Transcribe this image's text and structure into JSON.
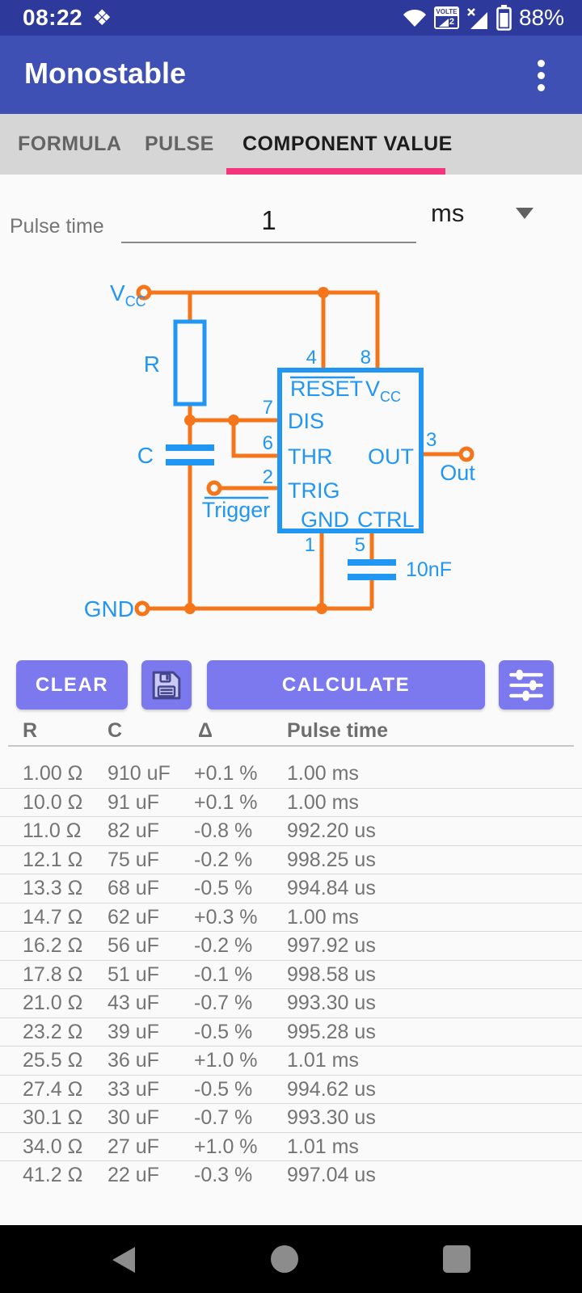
{
  "colors": {
    "status_bar": "#2D3A9B",
    "app_bar": "#3E50B4",
    "tab_indicator": "#F4347C",
    "button_purple": "#7B79ED",
    "wire_orange": "#F4751A",
    "component_blue": "#2196F3",
    "background": "#FAFAFA"
  },
  "status_bar": {
    "time": "08:22",
    "dropbox_glyph": "❖",
    "volte_label": "VOLTE",
    "volte_number": "2",
    "battery_percent": "88%"
  },
  "app_bar": {
    "title": "Monostable"
  },
  "tab_bar": {
    "tabs": [
      {
        "label": "FORMULA"
      },
      {
        "label": "PULSE"
      },
      {
        "label": "COMPONENT VALUE"
      }
    ],
    "selected": "COMPONENT VALUE"
  },
  "pulse_input": {
    "label": "Pulse time",
    "value": "1",
    "unit": "ms"
  },
  "circuit": {
    "supply_label": "V",
    "supply_sub": "CC",
    "ground_label": "GND",
    "resistor_label": "R",
    "capacitor_label": "C",
    "trigger_label": "Trigger",
    "output_label": "Out",
    "ctrl_cap_label": "10nF",
    "ic": {
      "reset": "RESET",
      "vcc": "V",
      "vcc_sub": "CC",
      "dis": "DIS",
      "thr": "THR",
      "trig": "TRIG",
      "gnd": "GND",
      "ctrl": "CTRL",
      "out": "OUT"
    },
    "pins": {
      "p1": "1",
      "p2": "2",
      "p3": "3",
      "p4": "4",
      "p5": "5",
      "p6": "6",
      "p7": "7",
      "p8": "8"
    }
  },
  "actions": {
    "clear": "CLEAR",
    "calculate": "CALCULATE"
  },
  "table": {
    "headers": {
      "r": "R",
      "c": "C",
      "delta": "Δ",
      "pulse": "Pulse time"
    },
    "rows": [
      {
        "r": "1.00 Ω",
        "c": "910 uF",
        "d": "+0.1 %",
        "t": "1.00 ms"
      },
      {
        "r": "10.0 Ω",
        "c": "91 uF",
        "d": "+0.1 %",
        "t": "1.00 ms"
      },
      {
        "r": "11.0 Ω",
        "c": "82 uF",
        "d": "-0.8 %",
        "t": "992.20 us"
      },
      {
        "r": "12.1 Ω",
        "c": "75 uF",
        "d": "-0.2 %",
        "t": "998.25 us"
      },
      {
        "r": "13.3 Ω",
        "c": "68 uF",
        "d": "-0.5 %",
        "t": "994.84 us"
      },
      {
        "r": "14.7 Ω",
        "c": "62 uF",
        "d": "+0.3 %",
        "t": "1.00 ms"
      },
      {
        "r": "16.2 Ω",
        "c": "56 uF",
        "d": "-0.2 %",
        "t": "997.92 us"
      },
      {
        "r": "17.8 Ω",
        "c": "51 uF",
        "d": "-0.1 %",
        "t": "998.58 us"
      },
      {
        "r": "21.0 Ω",
        "c": "43 uF",
        "d": "-0.7 %",
        "t": "993.30 us"
      },
      {
        "r": "23.2 Ω",
        "c": "39 uF",
        "d": "-0.5 %",
        "t": "995.28 us"
      },
      {
        "r": "25.5 Ω",
        "c": "36 uF",
        "d": "+1.0 %",
        "t": "1.01 ms"
      },
      {
        "r": "27.4 Ω",
        "c": "33 uF",
        "d": "-0.5 %",
        "t": "994.62 us"
      },
      {
        "r": "30.1 Ω",
        "c": "30 uF",
        "d": "-0.7 %",
        "t": "993.30 us"
      },
      {
        "r": "34.0 Ω",
        "c": "27 uF",
        "d": "+1.0 %",
        "t": "1.01 ms"
      },
      {
        "r": "41.2 Ω",
        "c": "22 uF",
        "d": "-0.3 %",
        "t": "997.04 us"
      }
    ]
  }
}
